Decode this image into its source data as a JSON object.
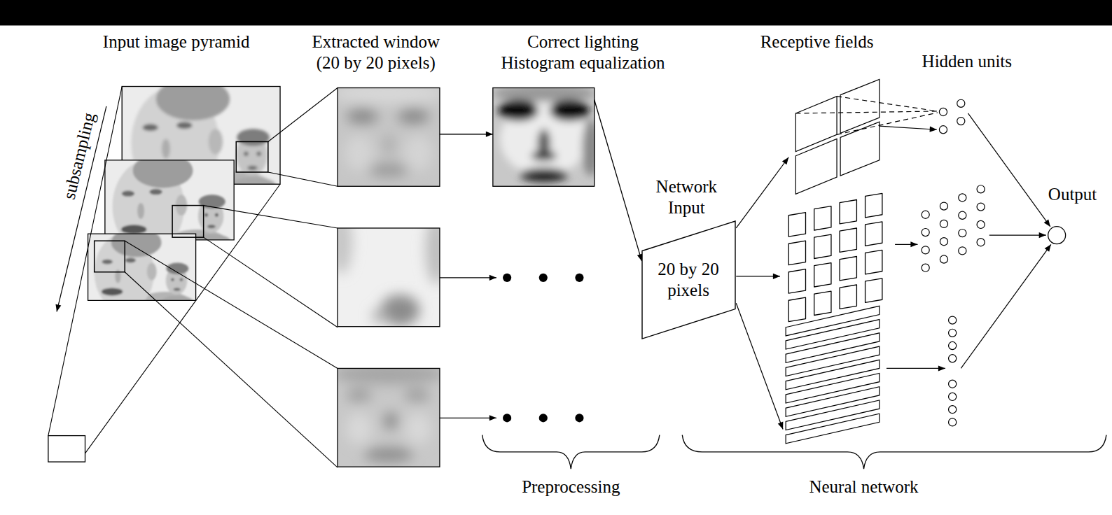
{
  "diagram": {
    "nodes": [
      {
        "text": [
          "Extracted window (20 by 20 pixels)"
        ]
      },
      {
        "text": [
          "Correct lighting Histogram equalization"
        ]
      },
      {
        "text": [
          "Network Input",
          "20 by 20 pixels"
        ]
      },
      {
        "text": [
          "Output"
        ]
      }
    ],
    "edges": [
      {
        "from": 0,
        "to": 1,
        "arrow": "to"
      },
      {
        "from": 1,
        "to": 2,
        "arrow": "to"
      }
    ],
    "labels": [
      "Input image pyramid",
      "subsampling",
      "Receptive fields",
      "Hidden units",
      "Preprocessing",
      "Neural network"
    ]
  }
}
